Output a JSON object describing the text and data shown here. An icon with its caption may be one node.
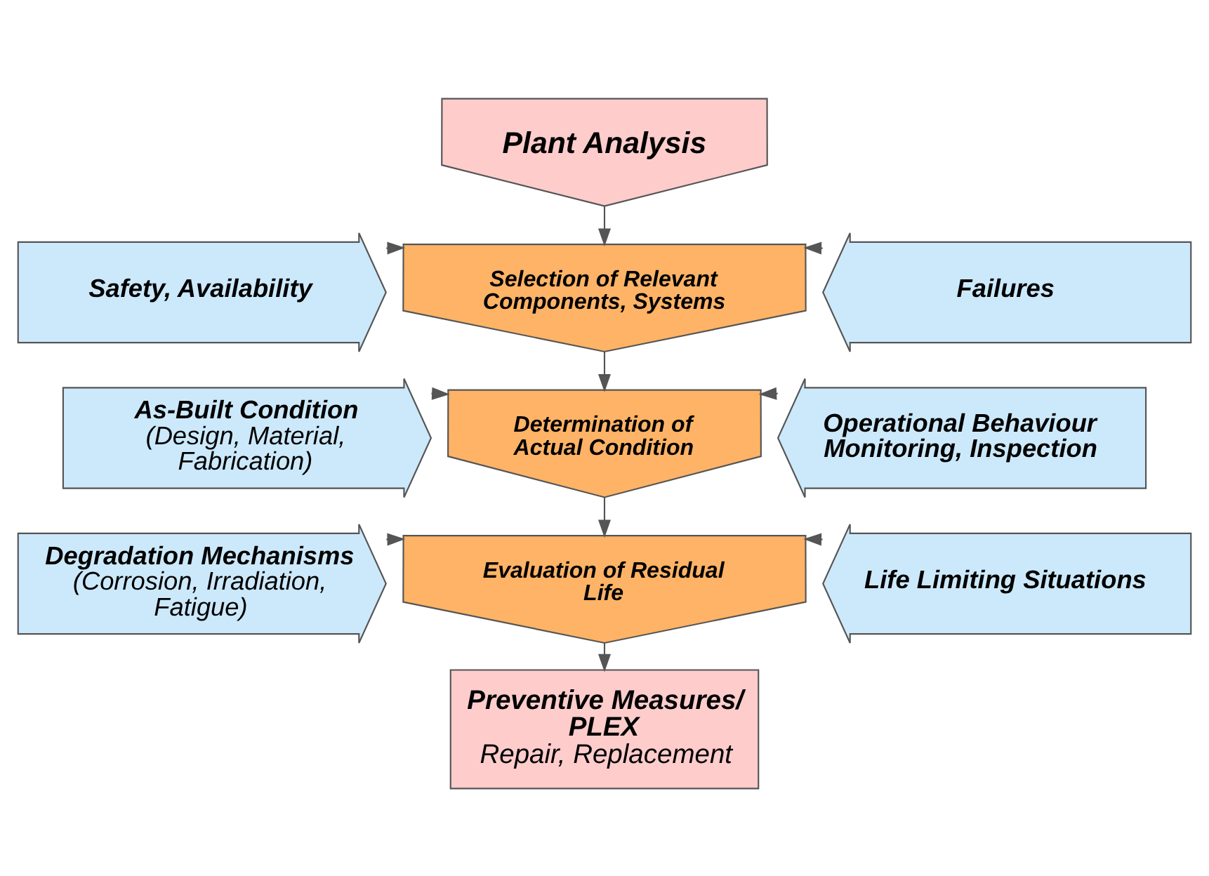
{
  "diagram": {
    "nodes": [
      {
        "text": [
          "Plant Analysis"
        ]
      },
      {
        "text": [
          "Safety, Availability"
        ]
      },
      {
        "text": [
          "Selection of Relevant Components, Systems"
        ]
      },
      {
        "text": [
          "Failures"
        ]
      },
      {
        "text": [
          "As-Built Condition",
          "(Design, Material, Fabrication)"
        ]
      },
      {
        "text": [
          "Determination of Actual Condition"
        ]
      },
      {
        "text": [
          "Operational Behaviour Monitoring, Inspection"
        ]
      },
      {
        "text": [
          "Degradation Mechanisms",
          "(Corrosion, Irradiation, Fatigue)"
        ]
      },
      {
        "text": [
          "Evaluation of Residual Life"
        ]
      },
      {
        "text": [
          "Life Limiting Situations"
        ]
      },
      {
        "text": [
          "Preventive Measures/ PLEX",
          "Repair, Replacement"
        ]
      }
    ],
    "edges": [
      {
        "from": 0,
        "to": 2,
        "arrow": "to"
      },
      {
        "from": 1,
        "to": 2,
        "arrow": "to"
      },
      {
        "from": 3,
        "to": 2,
        "arrow": "to"
      },
      {
        "from": 2,
        "to": 5,
        "arrow": "to"
      },
      {
        "from": 4,
        "to": 5,
        "arrow": "to"
      },
      {
        "from": 6,
        "to": 5,
        "arrow": "to"
      },
      {
        "from": 5,
        "to": 8,
        "arrow": "to"
      },
      {
        "from": 7,
        "to": 8,
        "arrow": "to"
      },
      {
        "from": 9,
        "to": 8,
        "arrow": "to"
      },
      {
        "from": 8,
        "to": 10,
        "arrow": "to"
      }
    ]
  }
}
